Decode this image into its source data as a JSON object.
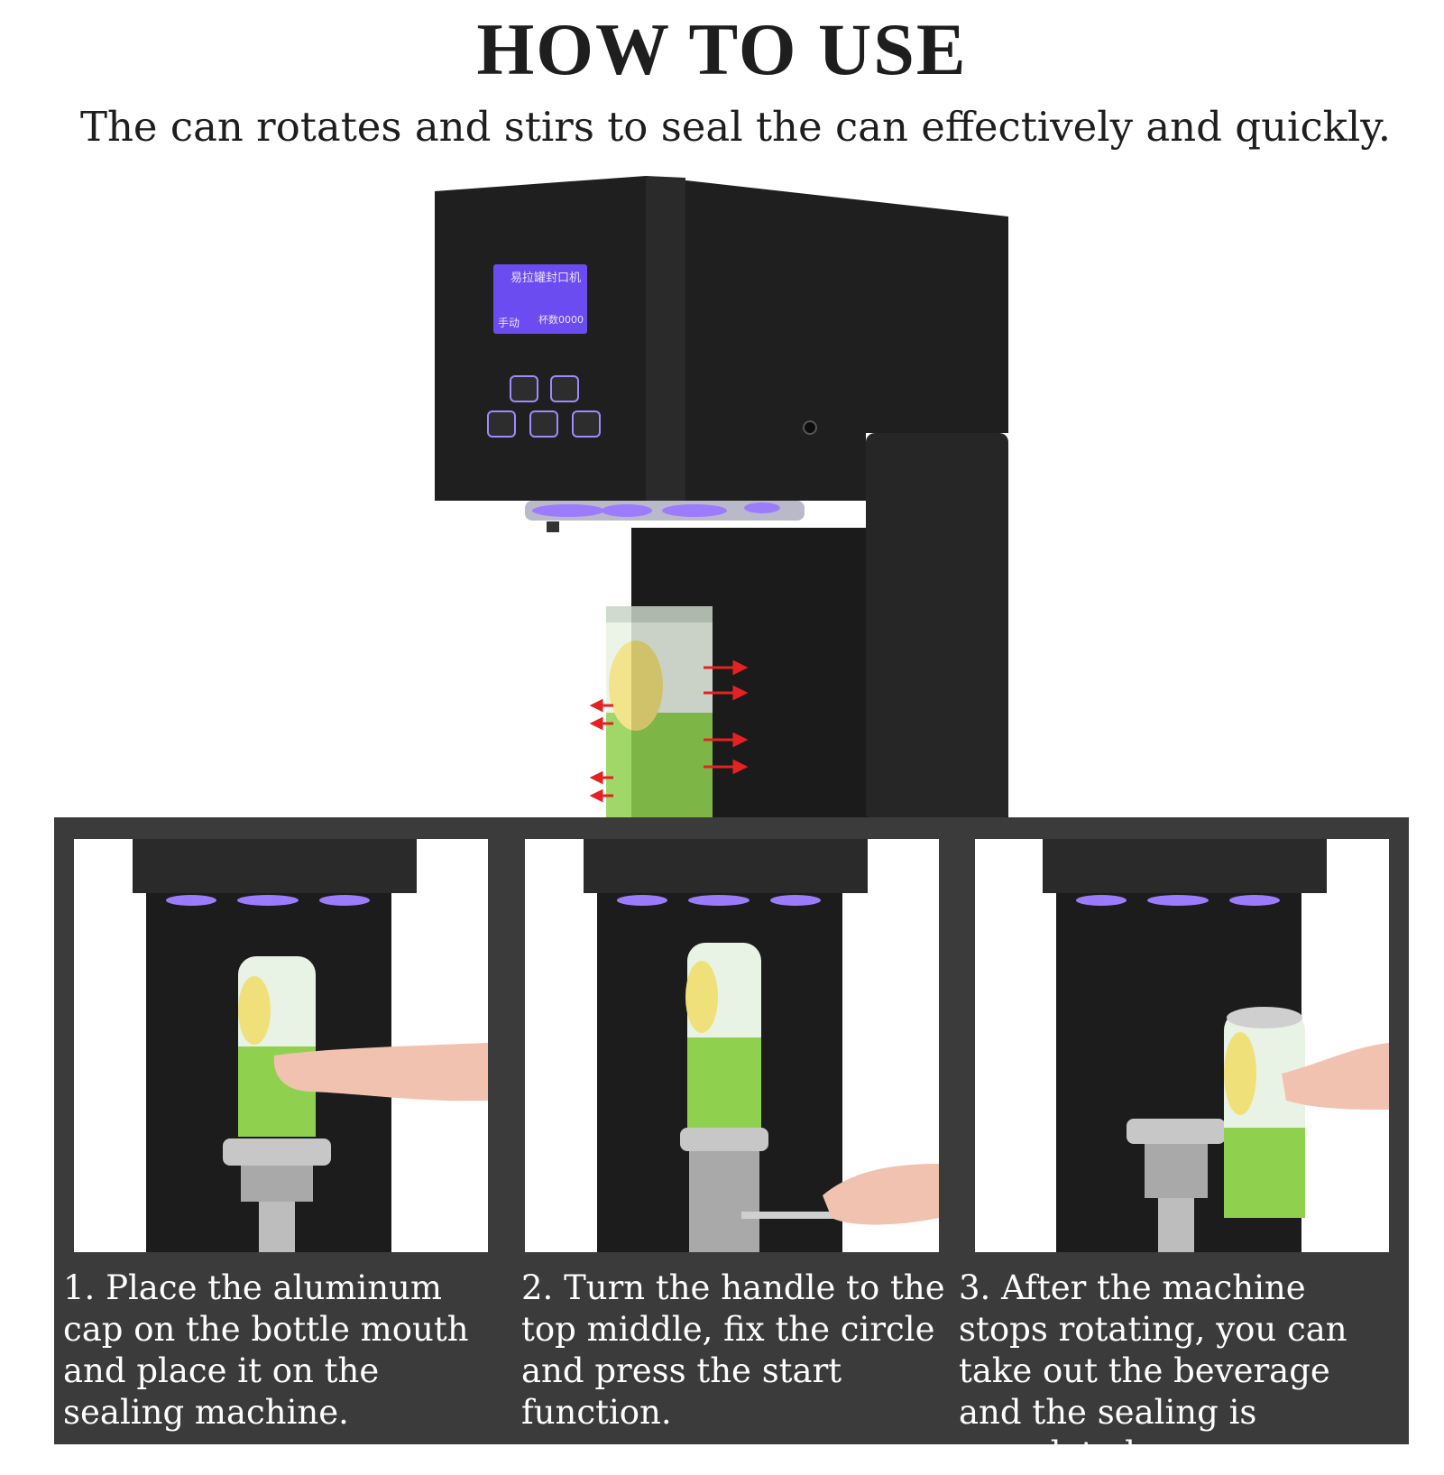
{
  "header": {
    "title": "HOW TO USE",
    "subtitle": "The can rotates and stirs to seal the can effectively and quickly."
  },
  "machine": {
    "display_line1": "易拉罐封口机",
    "display_line2_left": "手动",
    "display_line2_right": "杯数0000"
  },
  "colors": {
    "machine_body": "#1f1f1f",
    "display_screen": "#6a4cf0",
    "led_glow": "#9b7cff",
    "rotation_arrows": "#e52222",
    "band_background": "#3b3b3b",
    "drink_green": "#8fd14f",
    "lemon_yellow": "#f0e07a"
  },
  "steps": [
    {
      "text": "1. Place the aluminum cap on the bottle mouth and place it on the sealing machine."
    },
    {
      "text": "2. Turn the handle to the top middle, fix the circle and press the start function."
    },
    {
      "text": "3. After the machine stops rotating, you can take out the beverage and the sealing is completed."
    }
  ]
}
